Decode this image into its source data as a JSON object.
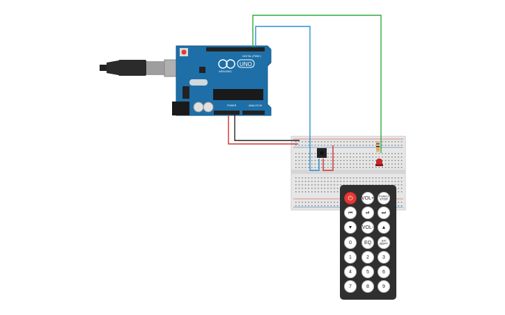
{
  "arduino": {
    "brand": "ARDUINO",
    "model": "UNO",
    "header_digital": "DIGITAL (PWM~)",
    "header_power": "POWER",
    "header_analog": "ANALOG IN"
  },
  "remote": {
    "buttons": [
      {
        "label": "⏻",
        "id": "power"
      },
      {
        "label": "VOL+",
        "id": "vol-up"
      },
      {
        "label": "FUNC/ STOP",
        "id": "func-stop"
      },
      {
        "label": "⏮",
        "id": "prev"
      },
      {
        "label": "⏯",
        "id": "play-pause"
      },
      {
        "label": "⏭",
        "id": "next"
      },
      {
        "label": "▼",
        "id": "down"
      },
      {
        "label": "VOL-",
        "id": "vol-down"
      },
      {
        "label": "▲",
        "id": "up"
      },
      {
        "label": "0",
        "id": "digit-0"
      },
      {
        "label": "EQ",
        "id": "eq"
      },
      {
        "label": "ST/ REPT",
        "id": "st-rept"
      },
      {
        "label": "1",
        "id": "digit-1"
      },
      {
        "label": "2",
        "id": "digit-2"
      },
      {
        "label": "3",
        "id": "digit-3"
      },
      {
        "label": "4",
        "id": "digit-4"
      },
      {
        "label": "5",
        "id": "digit-5"
      },
      {
        "label": "6",
        "id": "digit-6"
      },
      {
        "label": "7",
        "id": "digit-7"
      },
      {
        "label": "8",
        "id": "digit-8"
      },
      {
        "label": "9",
        "id": "digit-9"
      }
    ]
  },
  "colors": {
    "board": "#1e6fa8",
    "board_dark": "#155a8a",
    "wire_green": "#2eaa3a",
    "wire_blue": "#2a8fd0",
    "wire_red": "#d32f2f",
    "wire_black": "#222222",
    "led": "#c62828",
    "remote_body": "#2f2f2f",
    "power_button": "#e53935"
  }
}
